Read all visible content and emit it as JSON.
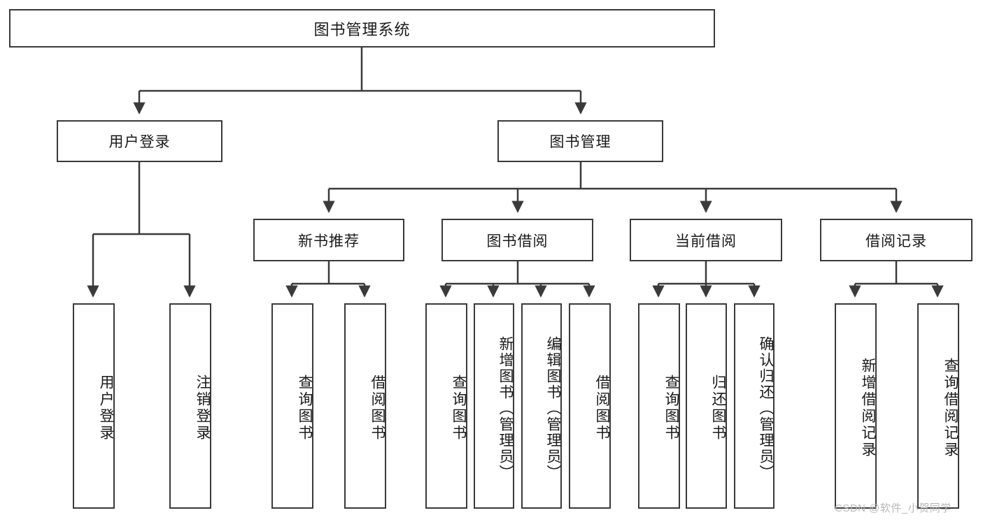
{
  "diagram": {
    "title": "图书管理系统",
    "type": "tree-hierarchy",
    "root": {
      "id": "root",
      "label": "图书管理系统"
    },
    "level2": [
      {
        "id": "user-login",
        "label": "用户登录"
      },
      {
        "id": "book-management",
        "label": "图书管理"
      }
    ],
    "level3": [
      {
        "id": "new-book-recommend",
        "label": "新书推荐",
        "parent": "book-management"
      },
      {
        "id": "book-borrow",
        "label": "图书借阅",
        "parent": "book-management"
      },
      {
        "id": "current-borrow",
        "label": "当前借阅",
        "parent": "book-management"
      },
      {
        "id": "borrow-record",
        "label": "借阅记录",
        "parent": "book-management"
      }
    ],
    "leaves": [
      {
        "id": "leaf-user-login",
        "label": "用户登录",
        "parent": "user-login"
      },
      {
        "id": "leaf-logout-login",
        "label": "注销登录",
        "parent": "user-login"
      },
      {
        "id": "leaf-query-book-1",
        "label": "查询图书",
        "parent": "new-book-recommend"
      },
      {
        "id": "leaf-borrow-book-1",
        "label": "借阅图书",
        "parent": "new-book-recommend"
      },
      {
        "id": "leaf-query-book-2",
        "label": "查询图书",
        "parent": "book-borrow"
      },
      {
        "id": "leaf-add-book",
        "label": "新增图书（管理员）",
        "parent": "book-borrow"
      },
      {
        "id": "leaf-edit-book",
        "label": "编辑图书（管理员）",
        "parent": "book-borrow"
      },
      {
        "id": "leaf-borrow-book-2",
        "label": "借阅图书",
        "parent": "book-borrow"
      },
      {
        "id": "leaf-query-book-3",
        "label": "查询图书",
        "parent": "current-borrow"
      },
      {
        "id": "leaf-return-book",
        "label": "归还图书",
        "parent": "current-borrow"
      },
      {
        "id": "leaf-confirm-return",
        "label": "确认归还（管理员）",
        "parent": "current-borrow"
      },
      {
        "id": "leaf-add-record",
        "label": "新增借阅记录",
        "parent": "borrow-record"
      },
      {
        "id": "leaf-query-record",
        "label": "查询借阅记录",
        "parent": "borrow-record"
      }
    ]
  },
  "watermark": {
    "text": "CSDN @软件_小贺同学"
  },
  "colors": {
    "stroke": "#3a3a3a",
    "fill": "#ffffff",
    "text": "#1a1a1a",
    "watermark": "#b8b8b8"
  }
}
